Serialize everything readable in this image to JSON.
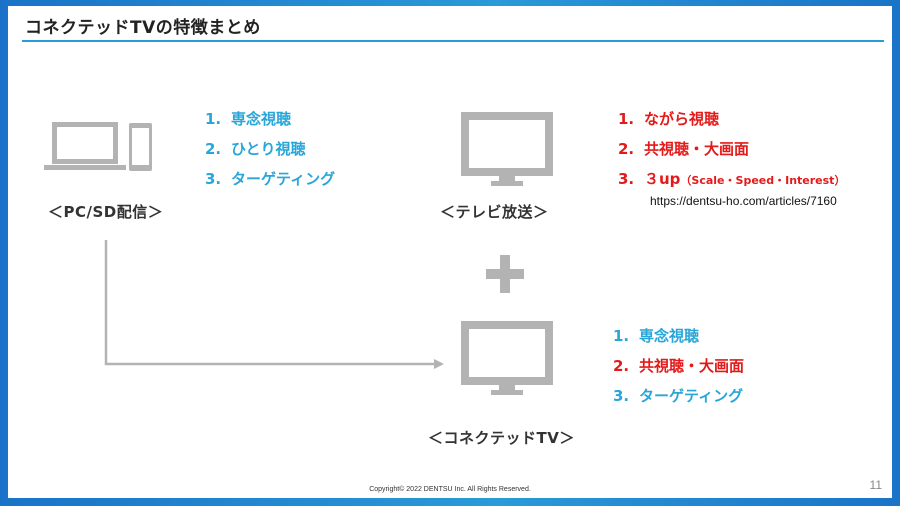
{
  "title": "コネクテッドTVの特徴まとめ",
  "pc_sd": {
    "caption": "＜PC/SD配信＞",
    "items": [
      {
        "num": "1.",
        "text": "専念視聴"
      },
      {
        "num": "2.",
        "text": "ひとり視聴"
      },
      {
        "num": "3.",
        "text": "ターゲティング"
      }
    ]
  },
  "tv_broadcast": {
    "caption": "＜テレビ放送＞",
    "items": [
      {
        "num": "1.",
        "text": "ながら視聴"
      },
      {
        "num": "2.",
        "text": "共視聴・大画面"
      }
    ],
    "item3_num": "3.",
    "item3_big": "３up",
    "item3_small": "（Scale・Speed・Interest）",
    "url": "https://dentsu-ho.com/articles/7160"
  },
  "connected_tv": {
    "caption": "＜コネクテッドTV＞",
    "items": [
      {
        "num": "1.",
        "text": "専念視聴"
      },
      {
        "num": "2.",
        "text": "共視聴・大画面"
      },
      {
        "num": "3.",
        "text": "ターゲティング"
      }
    ]
  },
  "footer": "Copyright© 2022 DENTSU Inc. All Rights Reserved.",
  "page_number": "11",
  "colors": {
    "accent_blue": "#29a6d8",
    "accent_red": "#e41a1a",
    "icon_gray": "#b3b3b3",
    "frame_blue": "#1a73c8"
  },
  "icons": [
    "laptop-icon",
    "smartphone-icon",
    "television-icon",
    "plus-icon",
    "arrow-icon"
  ]
}
